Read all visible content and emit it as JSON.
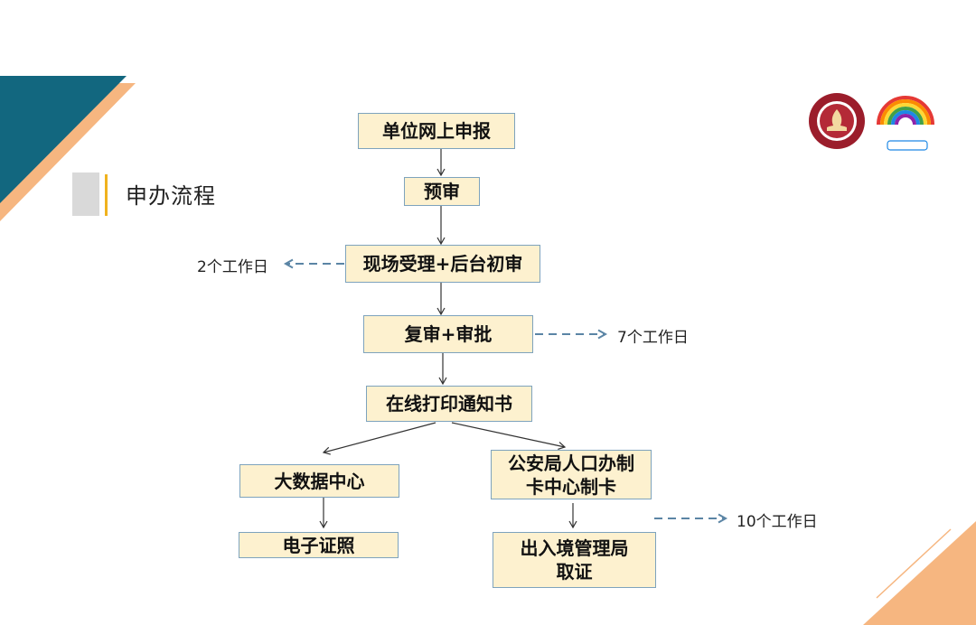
{
  "header": {
    "title": "申办流程"
  },
  "colors": {
    "teal": "#12677f",
    "orange": "#f6b680",
    "box_fill": "#fdf1cf",
    "box_border": "#7ea3bd",
    "dashed_arrow": "#5b85a5",
    "title_accent": "#f0b21e"
  },
  "flow": {
    "step1": "单位网上申报",
    "step2": "预审",
    "step3": "现场受理+后台初审",
    "step4": "复审+审批",
    "step5": "在线打印通知书",
    "left_branch": {
      "step1": "大数据中心",
      "step2": "电子证照"
    },
    "right_branch": {
      "step1": "公安局人口办制卡中心制卡",
      "step2": "出入境管理局取证"
    }
  },
  "notes": {
    "n1": "2个工作日",
    "n2": "7个工作日",
    "n3": "10个工作日"
  },
  "logos": {
    "left": "school-seal",
    "right": "rainbow-logo"
  }
}
